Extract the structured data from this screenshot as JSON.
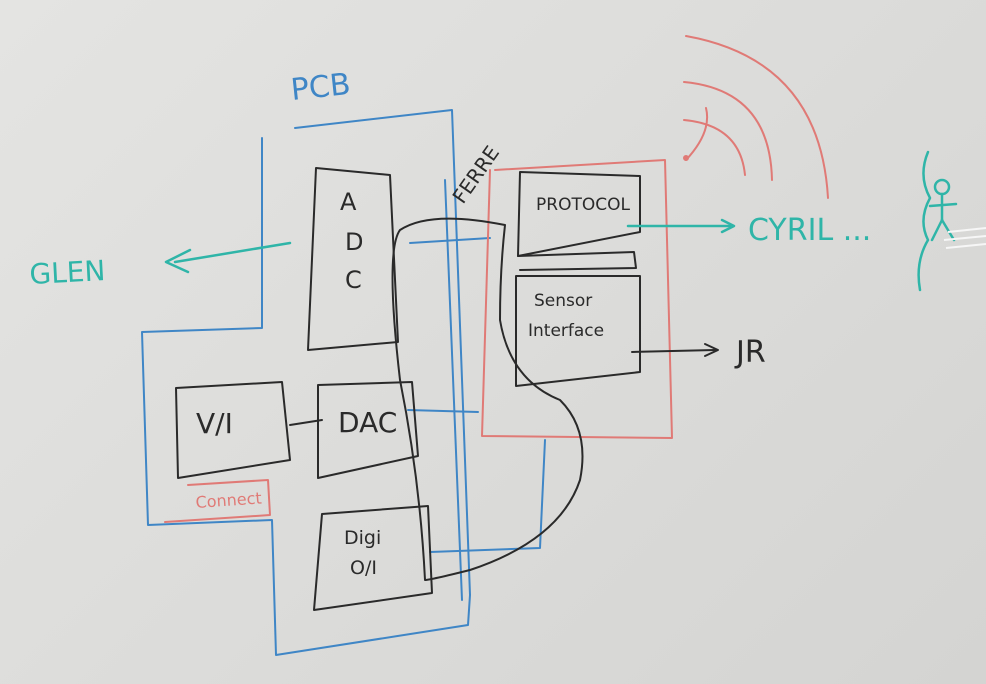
{
  "labels": {
    "pcb": "PCB",
    "ferre": "FERRE",
    "adc": [
      "A",
      "D",
      "C"
    ],
    "dac": "DAC",
    "vi": "V/I",
    "connect": "Connect",
    "digi_line1": "Digi",
    "digi_line2": "O/I",
    "protocol": "PROTOCOL",
    "sensor_line1": "Sensor",
    "sensor_line2": "Interface",
    "glen": "GLEN",
    "cyril": "CYRIL ...",
    "jr": "JR"
  },
  "colors": {
    "board": "#dcdcda",
    "black_marker": "#2a2a2a",
    "blue_marker": "#3f86c6",
    "teal_marker": "#2fb5a8",
    "red_marker": "#e07a76"
  },
  "icons": [
    "wireless-waves-icon",
    "stick-figure-icon",
    "arrow-left-icon",
    "arrow-right-icon"
  ]
}
